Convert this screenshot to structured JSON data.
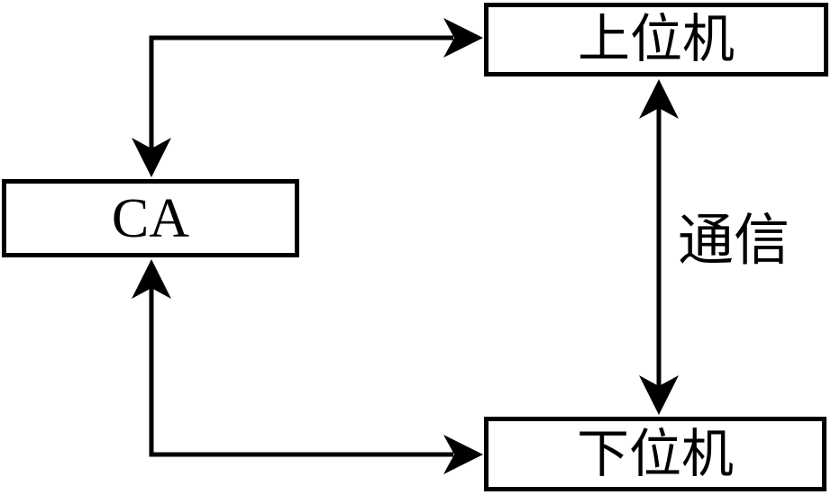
{
  "colors": {
    "background": "#ffffff",
    "line": "#000000",
    "node_fill": "#ffffff"
  },
  "diagram": {
    "type": "block-diagram",
    "nodes": {
      "ca": {
        "label": "CA"
      },
      "upper": {
        "label": "上位机"
      },
      "lower": {
        "label": "下位机"
      }
    },
    "edges": [
      {
        "from": "ca",
        "to": "upper",
        "bidirectional": true,
        "shape": "elbow",
        "label": ""
      },
      {
        "from": "ca",
        "to": "lower",
        "bidirectional": true,
        "shape": "elbow",
        "label": ""
      },
      {
        "from": "upper",
        "to": "lower",
        "bidirectional": true,
        "shape": "straight-vertical",
        "label": "通信"
      }
    ],
    "comm_edge_label": "通信"
  }
}
